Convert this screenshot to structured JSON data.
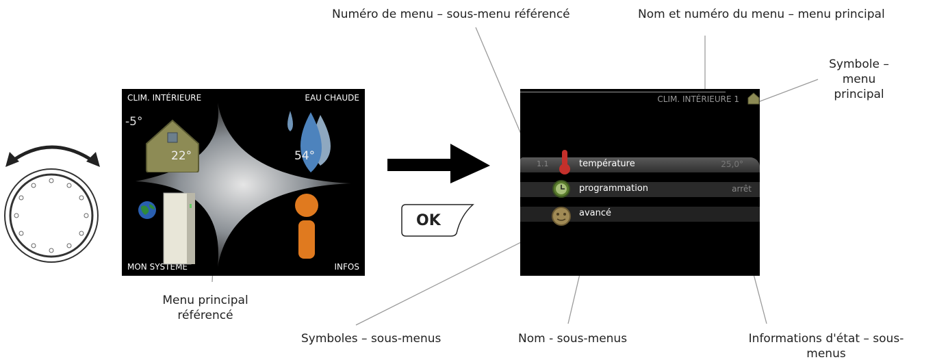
{
  "callouts": {
    "submenu_number": "Numéro de menu – sous-menu référencé",
    "menu_name_number": "Nom et numéro du menu – menu principal",
    "symbol_main_line1": "Symbole –",
    "symbol_main_line2": "menu",
    "symbol_main_line3": "principal",
    "main_menu_line1": "Menu principal",
    "main_menu_line2": "référencé",
    "symbols_submenus": "Symboles – sous-menus",
    "name_submenus": "Nom - sous-menus",
    "state_info_line1": "Informations d'état – sous-",
    "state_info_line2": "menus"
  },
  "left_screen": {
    "top_left": "CLIM. INTÉRIEURE",
    "top_right": "EAU CHAUDE",
    "bottom_left": "MON SYSTÈME",
    "bottom_right": "INFOS",
    "outdoor_temp": "-5°",
    "house_temp": "22°",
    "water_temp": "54°"
  },
  "right_screen": {
    "header": "CLIM. INTÉRIEURE 1",
    "items": [
      {
        "num": "1.1",
        "name": "température",
        "state": "25,0°"
      },
      {
        "num": "",
        "name": "programmation",
        "state": "arrêt"
      },
      {
        "num": "",
        "name": "avancé",
        "state": ""
      }
    ]
  },
  "ok_button": {
    "label": "OK"
  },
  "icons": [
    "dial-icon",
    "arrow-right-icon",
    "house-icon",
    "water-drops-icon",
    "globe-icon",
    "heat-pump-icon",
    "info-icon",
    "thermometer-icon",
    "clock-icon",
    "gear-face-icon",
    "house-small-icon"
  ],
  "colors": {
    "screen_bg": "#000000",
    "highlight_row": "#3a3a3a",
    "leader_line": "#999999"
  }
}
